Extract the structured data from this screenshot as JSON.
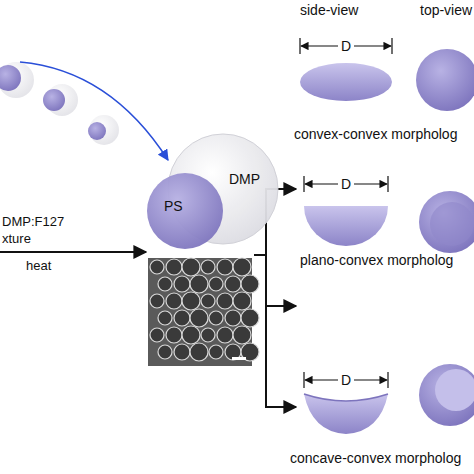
{
  "diagram": {
    "nodes": [
      {
        "text": [
          "DMP"
        ]
      },
      {
        "text": [
          "PS"
        ]
      }
    ],
    "labels": [
      "DMP:F127",
      "xture",
      "heat",
      "side-view",
      "top-view",
      "D",
      "convex-convex morpholog",
      "D",
      "plano-convex morpholog",
      "D",
      "concave-convex morpholog"
    ]
  }
}
